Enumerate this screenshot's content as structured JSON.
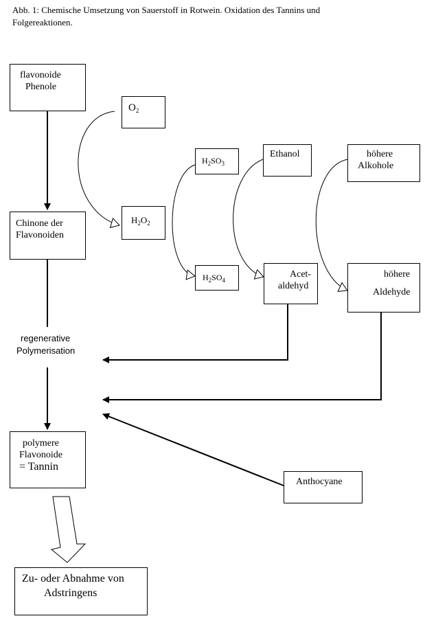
{
  "caption": {
    "line1": "Abb. 1: Chemische Umsetzung von Sauerstoff in Rotwein. Oxidation des Tannins und",
    "line2": "Folgereaktionen."
  },
  "nodes": {
    "flavonoide_phenole": {
      "line1": "flavonoide",
      "line2": "Phenole"
    },
    "o2": {
      "base": "O",
      "sub": "2"
    },
    "h2so3": {
      "p1": "H",
      "s1": "2",
      "p2": "SO",
      "s2": "3"
    },
    "ethanol": {
      "label": "Ethanol"
    },
    "hoehere_alkohole": {
      "line1": "höhere",
      "line2": "Alkohole"
    },
    "chinone": {
      "line1": "Chinone der",
      "line2": "Flavonoiden"
    },
    "h2o2": {
      "p1": "H",
      "s1": "2",
      "p2": "O",
      "s2": "2"
    },
    "h2so4": {
      "p1": "H",
      "s1": "2",
      "p2": "SO",
      "s2": "4"
    },
    "acetaldehyd": {
      "line1": "Acet-",
      "line2": "aldehyd"
    },
    "hoehere_aldehyde": {
      "line1": "höhere",
      "line2": "Aldehyde"
    },
    "regenerative_polymerisation": {
      "line1": "regenerative",
      "line2": "Polymerisation"
    },
    "polymere_flavonoide": {
      "line1": "polymere",
      "line2": "Flavonoide",
      "line3": "= Tannin"
    },
    "anthocyane": {
      "label": "Anthocyane"
    },
    "adstringens": {
      "line1": "Zu- oder Abnahme von",
      "line2": "Adstringens"
    }
  }
}
